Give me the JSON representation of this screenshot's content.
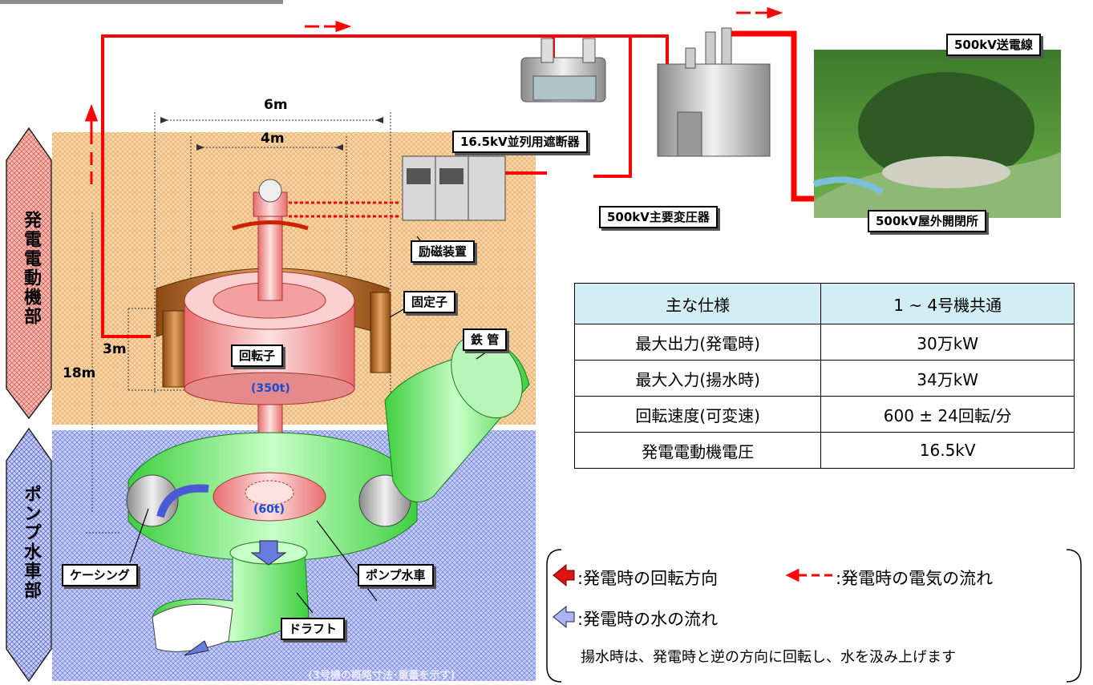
{
  "labels": {
    "breaker": "16.5kV並列用遮断器",
    "main_transformer": "500kV主要変圧器",
    "transmission_line": "500kV送電線",
    "switchyard": "500kV屋外開閉所",
    "exciter": "励磁装置",
    "stator": "固定子",
    "rotor": "回転子",
    "penstock": "鉄 管",
    "casing": "ケーシング",
    "pump_turbine": "ポンプ水車",
    "draft": "ドラフト"
  },
  "sections": {
    "motor_generator": "発電電動機部",
    "pump_turbine": "ポンプ水車部"
  },
  "dimensions": {
    "width_outer": "6m",
    "width_inner": "4m",
    "height_rotor": "3m",
    "height_total": "18m"
  },
  "weights": {
    "rotor": "(350t)",
    "runner": "(60t)"
  },
  "caption": "(3号機の概略寸法･重量を示す)",
  "spec_table": {
    "header": [
      "主な仕様",
      "1 ~ 4号機共通"
    ],
    "rows": [
      [
        "最大出力(発電時)",
        "30万kW"
      ],
      [
        "最大入力(揚水時)",
        "34万kW"
      ],
      [
        "回転速度(可変速)",
        "600 ± 24回転/分"
      ],
      [
        "発電電動機電圧",
        "16.5kV"
      ]
    ]
  },
  "legend": {
    "rotation": ":発電時の回転方向",
    "electricity": ":発電時の電気の流れ",
    "water": ":発電時の水の流れ",
    "note": "揚水時は、発電時と逆の方向に回転し、水を汲み上げます"
  },
  "colors": {
    "power_line": "#ff0000",
    "motor_zone": "#f6c894",
    "pump_zone": "#a9b6ee",
    "machine_pink": "#f28c8c",
    "pipe_green": "#7cf07c",
    "table_header": "#d2eef4"
  }
}
